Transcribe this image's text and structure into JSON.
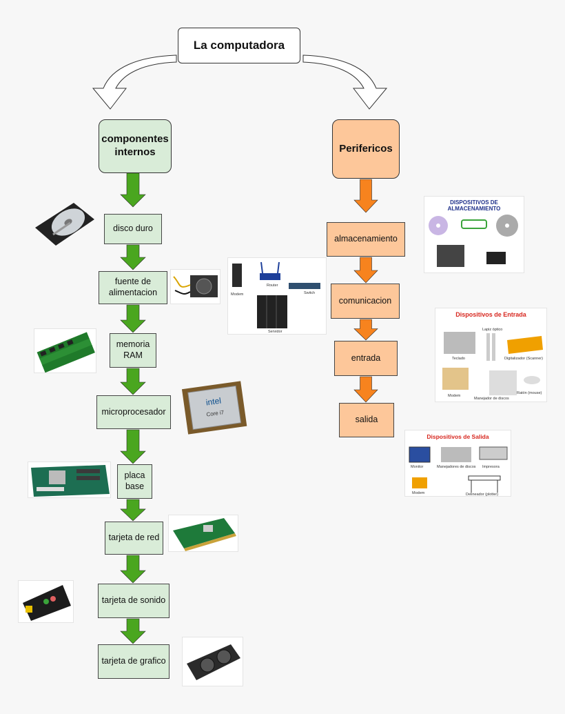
{
  "root": {
    "label": "La computadora"
  },
  "left_branch": {
    "title": "componentes internos",
    "items": [
      "disco duro",
      "fuente de alimentacion",
      "memoria RAM",
      "microprocesador",
      "placa base",
      "tarjeta de red",
      "tarjeta de sonido",
      "tarjeta de grafico"
    ]
  },
  "right_branch": {
    "title": "Perifericos",
    "items": [
      "almacenamiento",
      "comunicacion",
      "entrada",
      "salida"
    ]
  },
  "images": {
    "network": {
      "labels": [
        "Modem",
        "Router",
        "Switch",
        "Servidor"
      ]
    },
    "storage": {
      "title": "DISPOSITIVOS DE ALMACENAMIENTO"
    },
    "input": {
      "title": "Dispositivos de Entrada",
      "labels": [
        "Teclado",
        "Lapiz óptico",
        "Digitalizador (Scanner)",
        "Modem",
        "Manejador de discos",
        "Ratón (mouse)"
      ]
    },
    "output": {
      "title": "Dispositivos de Salida",
      "labels": [
        "Monitor",
        "Manejadores de discos",
        "Impresora",
        "Modem",
        "Delineador (plotter)"
      ]
    },
    "cpu": {
      "brand": "intel",
      "model": "Core i7"
    }
  },
  "colors": {
    "green_fill": "#d9ecd8",
    "green_arrow": "#4aa61f",
    "orange_fill": "#fdc79a",
    "orange_arrow": "#f7831e"
  }
}
